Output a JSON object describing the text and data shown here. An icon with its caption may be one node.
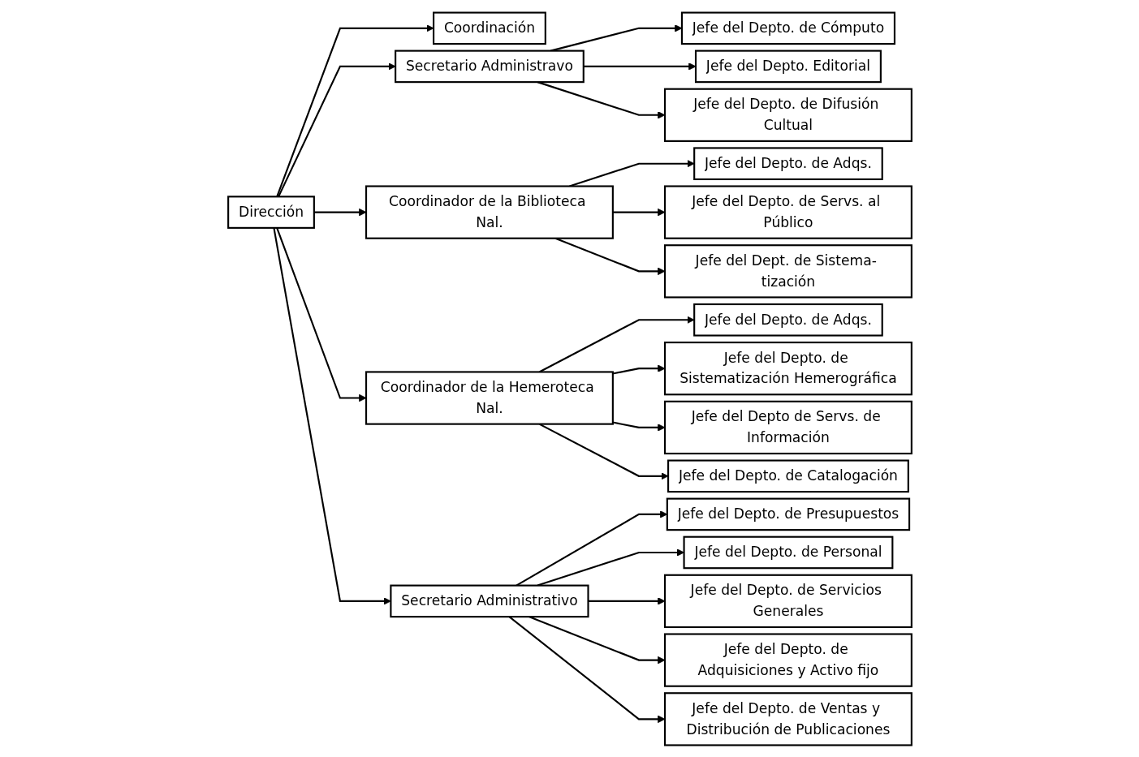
{
  "diagram": {
    "nodes": [
      {
        "text": [
          "Dirección"
        ]
      },
      {
        "text": [
          "Coordinación"
        ]
      },
      {
        "text": [
          "Secretario Administravo"
        ]
      },
      {
        "text": [
          "Coordinador de la Biblioteca Nal."
        ]
      },
      {
        "text": [
          "Coordinador de la Hemeroteca Nal."
        ]
      },
      {
        "text": [
          "Secretario Administrativo"
        ]
      },
      {
        "text": [
          "Jefe del Depto. de Cómputo"
        ]
      },
      {
        "text": [
          "Jefe del Depto. Editorial"
        ]
      },
      {
        "text": [
          "Jefe del Depto. de Difusión Cultual"
        ]
      },
      {
        "text": [
          "Jefe del Depto. de Adqs."
        ]
      },
      {
        "text": [
          "Jefe del Depto. de Servs. al Público"
        ]
      },
      {
        "text": [
          "Jefe del Dept. de Sistema- tización"
        ]
      },
      {
        "text": [
          "Jefe del Depto. de Adqs."
        ]
      },
      {
        "text": [
          "Jefe del Depto. de Sistematización Hemerográfica"
        ]
      },
      {
        "text": [
          "Jefe del Depto de Servs. de Información"
        ]
      },
      {
        "text": [
          "Jefe del Depto. de Catalogación"
        ]
      },
      {
        "text": [
          "Jefe del Depto. de Presupuestos"
        ]
      },
      {
        "text": [
          "Jefe del Depto. de Personal"
        ]
      },
      {
        "text": [
          "Jefe del Depto. de Servicios Generales"
        ]
      },
      {
        "text": [
          "Jefe del Depto. de Adquisiciones y Activo fijo"
        ]
      },
      {
        "text": [
          "Jefe del Depto. de Ventas y Distribución de Publicaciones"
        ]
      }
    ],
    "edges": [
      {
        "from": 0,
        "to": 1,
        "arrow": "to"
      },
      {
        "from": 0,
        "to": 2,
        "arrow": "to"
      },
      {
        "from": 0,
        "to": 3,
        "arrow": "to"
      },
      {
        "from": 0,
        "to": 4,
        "arrow": "to"
      },
      {
        "from": 0,
        "to": 5,
        "arrow": "to"
      },
      {
        "from": 2,
        "to": 6,
        "arrow": "to"
      },
      {
        "from": 2,
        "to": 7,
        "arrow": "to"
      },
      {
        "from": 2,
        "to": 8,
        "arrow": "to"
      },
      {
        "from": 3,
        "to": 9,
        "arrow": "to"
      },
      {
        "from": 3,
        "to": 10,
        "arrow": "to"
      },
      {
        "from": 3,
        "to": 11,
        "arrow": "to"
      },
      {
        "from": 4,
        "to": 12,
        "arrow": "to"
      },
      {
        "from": 4,
        "to": 13,
        "arrow": "to"
      },
      {
        "from": 4,
        "to": 14,
        "arrow": "to"
      },
      {
        "from": 4,
        "to": 15,
        "arrow": "to"
      },
      {
        "from": 5,
        "to": 16,
        "arrow": "to"
      },
      {
        "from": 5,
        "to": 17,
        "arrow": "to"
      },
      {
        "from": 5,
        "to": 18,
        "arrow": "to"
      },
      {
        "from": 5,
        "to": 19,
        "arrow": "to"
      },
      {
        "from": 5,
        "to": 20,
        "arrow": "to"
      }
    ]
  }
}
